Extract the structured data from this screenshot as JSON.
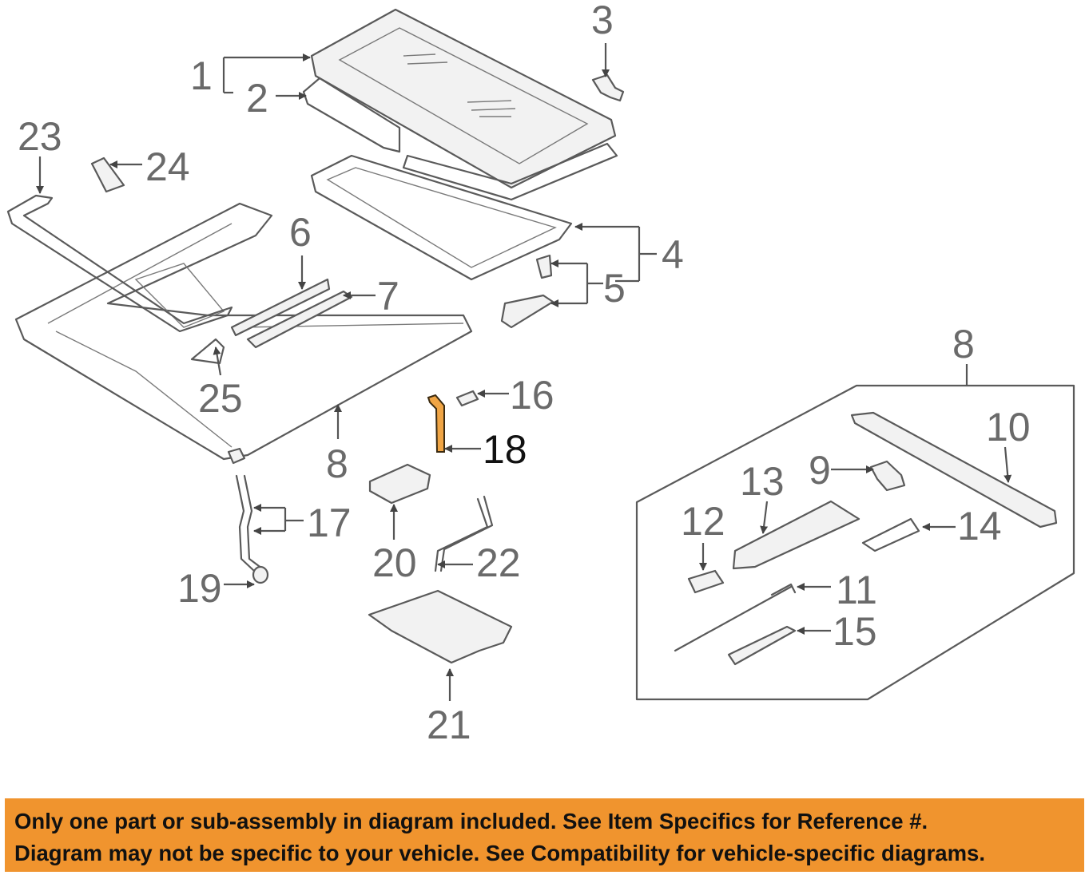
{
  "callouts": {
    "c1": "1",
    "c2": "2",
    "c3": "3",
    "c4": "4",
    "c5": "5",
    "c6": "6",
    "c7": "7",
    "c8a": "8",
    "c8b": "8",
    "c9": "9",
    "c10": "10",
    "c11": "11",
    "c12": "12",
    "c13": "13",
    "c14": "14",
    "c15": "15",
    "c16": "16",
    "c17": "17",
    "c18": "18",
    "c19": "19",
    "c20": "20",
    "c21": "21",
    "c22": "22",
    "c23": "23",
    "c24": "24",
    "c25": "25"
  },
  "highlight_color": "#f0a545",
  "banner": {
    "line1": "Only one part or sub-assembly in diagram included. See Item Specifics for Reference #.",
    "line2": "Diagram may not be specific to your vehicle. See Compatibility for vehicle-specific diagrams.",
    "background": "#f0942e"
  }
}
